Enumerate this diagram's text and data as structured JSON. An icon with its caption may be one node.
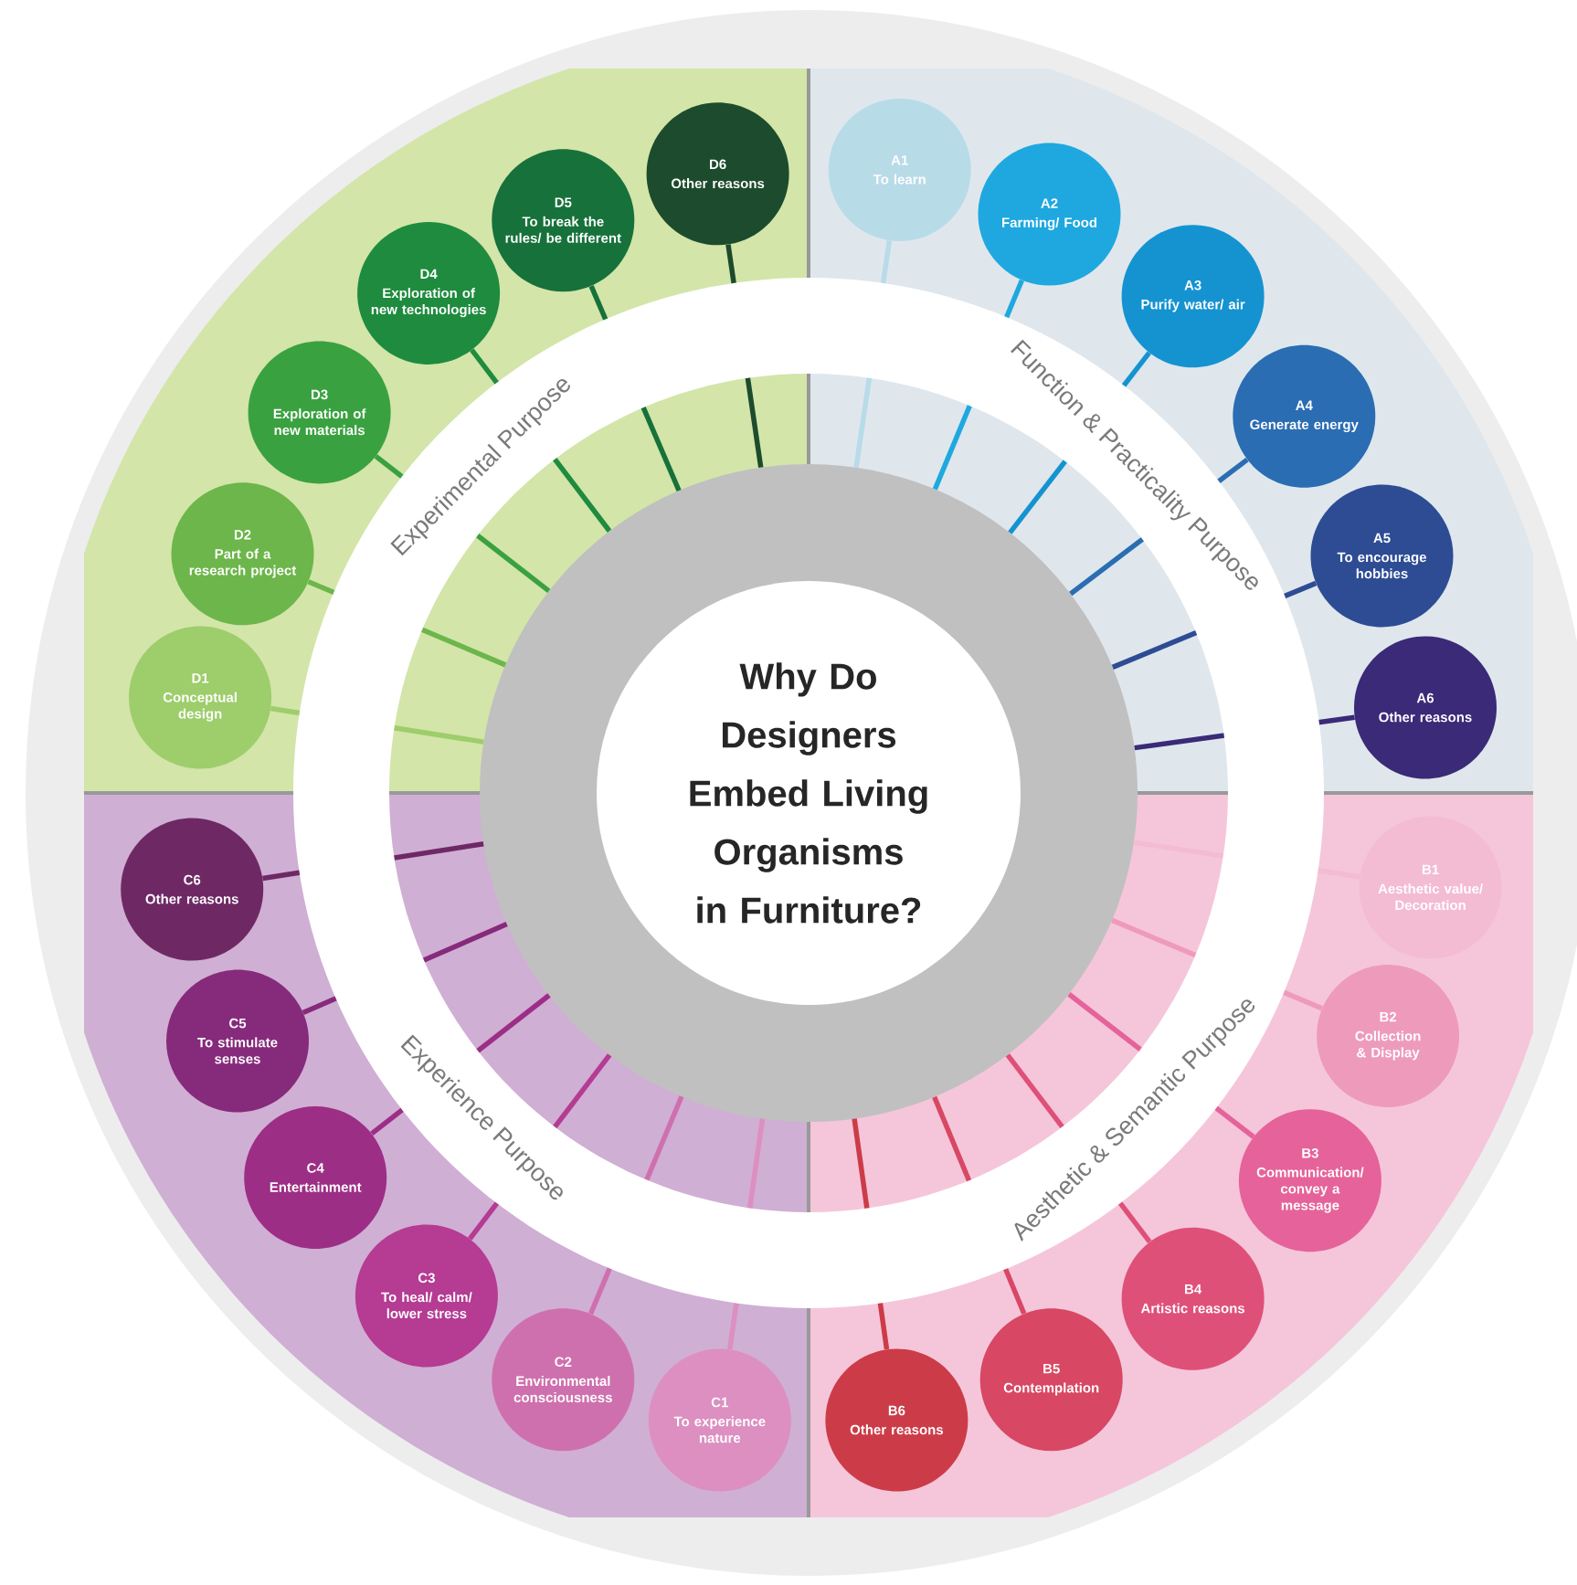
{
  "diagram": {
    "nodes": [
      {
        "text": [
          "Why Do Designers Embed Living Organisms in Furniture?"
        ]
      },
      {
        "text": [
          "A1",
          "To learn"
        ]
      },
      {
        "text": [
          "A2",
          "Farming/ Food"
        ]
      },
      {
        "text": [
          "A3",
          "Purify water/ air"
        ]
      },
      {
        "text": [
          "A4",
          "Generate energy"
        ]
      },
      {
        "text": [
          "A5",
          "To encourage hobbies"
        ]
      },
      {
        "text": [
          "A6",
          "Other reasons"
        ]
      },
      {
        "text": [
          "B1",
          "Aesthetic value/ Decoration"
        ]
      },
      {
        "text": [
          "B2",
          "Collection & Display"
        ]
      },
      {
        "text": [
          "B3",
          "Communication/ convey a message"
        ]
      },
      {
        "text": [
          "B4",
          "Artistic reasons"
        ]
      },
      {
        "text": [
          "B5",
          "Contemplation"
        ]
      },
      {
        "text": [
          "B6",
          "Other reasons"
        ]
      },
      {
        "text": [
          "C1",
          "To experience nature"
        ]
      },
      {
        "text": [
          "C2",
          "Environmental consciousness"
        ]
      },
      {
        "text": [
          "C3",
          "To heal/ calm/ lower stress"
        ]
      },
      {
        "text": [
          "C4",
          "Entertainment"
        ]
      },
      {
        "text": [
          "C5",
          "To stimulate senses"
        ]
      },
      {
        "text": [
          "C6",
          "Other reasons"
        ]
      },
      {
        "text": [
          "D1",
          "Conceptual design"
        ]
      },
      {
        "text": [
          "D2",
          "Part of a research project"
        ]
      },
      {
        "text": [
          "D3",
          "Exploration of new materials"
        ]
      },
      {
        "text": [
          "D4",
          "Exploration of new technologies"
        ]
      },
      {
        "text": [
          "D5",
          "To break the rules/ be different"
        ]
      },
      {
        "text": [
          "D6",
          "Other reasons"
        ]
      }
    ],
    "edges": [
      {
        "from": 1,
        "to": 0,
        "arrow": "none",
        "color": "#b8dbe8"
      },
      {
        "from": 2,
        "to": 0,
        "arrow": "none",
        "color": "#1fa8df"
      },
      {
        "from": 3,
        "to": 0,
        "arrow": "none",
        "color": "#1593d1"
      },
      {
        "from": 4,
        "to": 0,
        "arrow": "none",
        "color": "#2a6db3"
      },
      {
        "from": 5,
        "to": 0,
        "arrow": "none",
        "color": "#2e4c94"
      },
      {
        "from": 6,
        "to": 0,
        "arrow": "none",
        "color": "#3a2a77"
      },
      {
        "from": 7,
        "to": 0,
        "arrow": "none",
        "color": "#f3bcd3"
      },
      {
        "from": 8,
        "to": 0,
        "arrow": "none",
        "color": "#ee9bbb"
      },
      {
        "from": 9,
        "to": 0,
        "arrow": "none",
        "color": "#e5639a"
      },
      {
        "from": 10,
        "to": 0,
        "arrow": "none",
        "color": "#df5079"
      },
      {
        "from": 11,
        "to": 0,
        "arrow": "none",
        "color": "#d84763"
      },
      {
        "from": 12,
        "to": 0,
        "arrow": "none",
        "color": "#cc3c48"
      },
      {
        "from": 13,
        "to": 0,
        "arrow": "none",
        "color": "#dc8fc0"
      },
      {
        "from": 14,
        "to": 0,
        "arrow": "none",
        "color": "#cf70ae"
      },
      {
        "from": 15,
        "to": 0,
        "arrow": "none",
        "color": "#b53b93"
      },
      {
        "from": 16,
        "to": 0,
        "arrow": "none",
        "color": "#9d2e85"
      },
      {
        "from": 17,
        "to": 0,
        "arrow": "none",
        "color": "#862a7b"
      },
      {
        "from": 18,
        "to": 0,
        "arrow": "none",
        "color": "#6e2965"
      },
      {
        "from": 19,
        "to": 0,
        "arrow": "none",
        "color": "#9ecd6c"
      },
      {
        "from": 20,
        "to": 0,
        "arrow": "none",
        "color": "#6cb64b"
      },
      {
        "from": 21,
        "to": 0,
        "arrow": "none",
        "color": "#3aa140"
      },
      {
        "from": 22,
        "to": 0,
        "arrow": "none",
        "color": "#1f8b3e"
      },
      {
        "from": 23,
        "to": 0,
        "arrow": "none",
        "color": "#17713a"
      },
      {
        "from": 24,
        "to": 0,
        "arrow": "none",
        "color": "#1d4b2d"
      }
    ],
    "labels": [
      "Experimental Purpose",
      "Function & Practicality Purpose",
      "Aesthetic & Semantic Purpose",
      "Experience Purpose"
    ]
  }
}
